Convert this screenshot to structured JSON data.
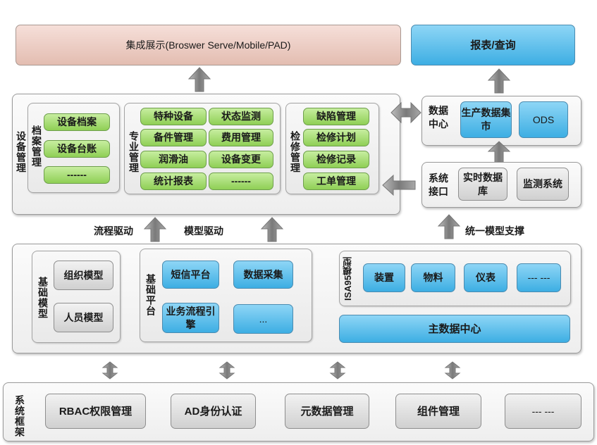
{
  "top": {
    "presentation": "集成展示(Broswer Serve/Mobile/PAD)",
    "report": "报表/查询"
  },
  "equipment": {
    "title": "设备管理",
    "archive": {
      "title": "档案管理",
      "items": [
        "设备档案",
        "设备台账",
        "------"
      ]
    },
    "professional": {
      "title": "专业管理",
      "items": [
        "特种设备",
        "状态监测",
        "备件管理",
        "费用管理",
        "润滑油",
        "设备变更",
        "统计报表",
        "------"
      ]
    },
    "maintenance": {
      "title": "检修管理",
      "items": [
        "缺陷管理",
        "检修计划",
        "检修记录",
        "工单管理"
      ]
    }
  },
  "datacenter": {
    "title": "数据中心",
    "items": [
      "生产数据集市",
      "ODS"
    ]
  },
  "interface": {
    "title": "系统接口",
    "items": [
      "实时数据库",
      "监测系统"
    ]
  },
  "labels": {
    "flow": "流程驱动",
    "model": "模型驱动",
    "unified": "统一模型支撑"
  },
  "base_model": {
    "title": "基础模型",
    "items": [
      "组织模型",
      "人员模型"
    ]
  },
  "base_platform": {
    "title": "基础平台",
    "items": [
      "短信平台",
      "数据采集",
      "业务流程引擎",
      "..."
    ]
  },
  "isa95": {
    "title": "ISA95模型",
    "items": [
      "装置",
      "物料",
      "仪表",
      "--- ---"
    ]
  },
  "master_data": "主数据中心",
  "framework": {
    "title": "系统框架",
    "items": [
      "RBAC权限管理",
      "AD身份认证",
      "元数据管理",
      "组件管理",
      "--- ---"
    ]
  },
  "colors": {
    "green": "#8fcf55",
    "blue": "#3daee3",
    "gray": "#d0d0d0",
    "salmon": "#e3bdb1"
  }
}
